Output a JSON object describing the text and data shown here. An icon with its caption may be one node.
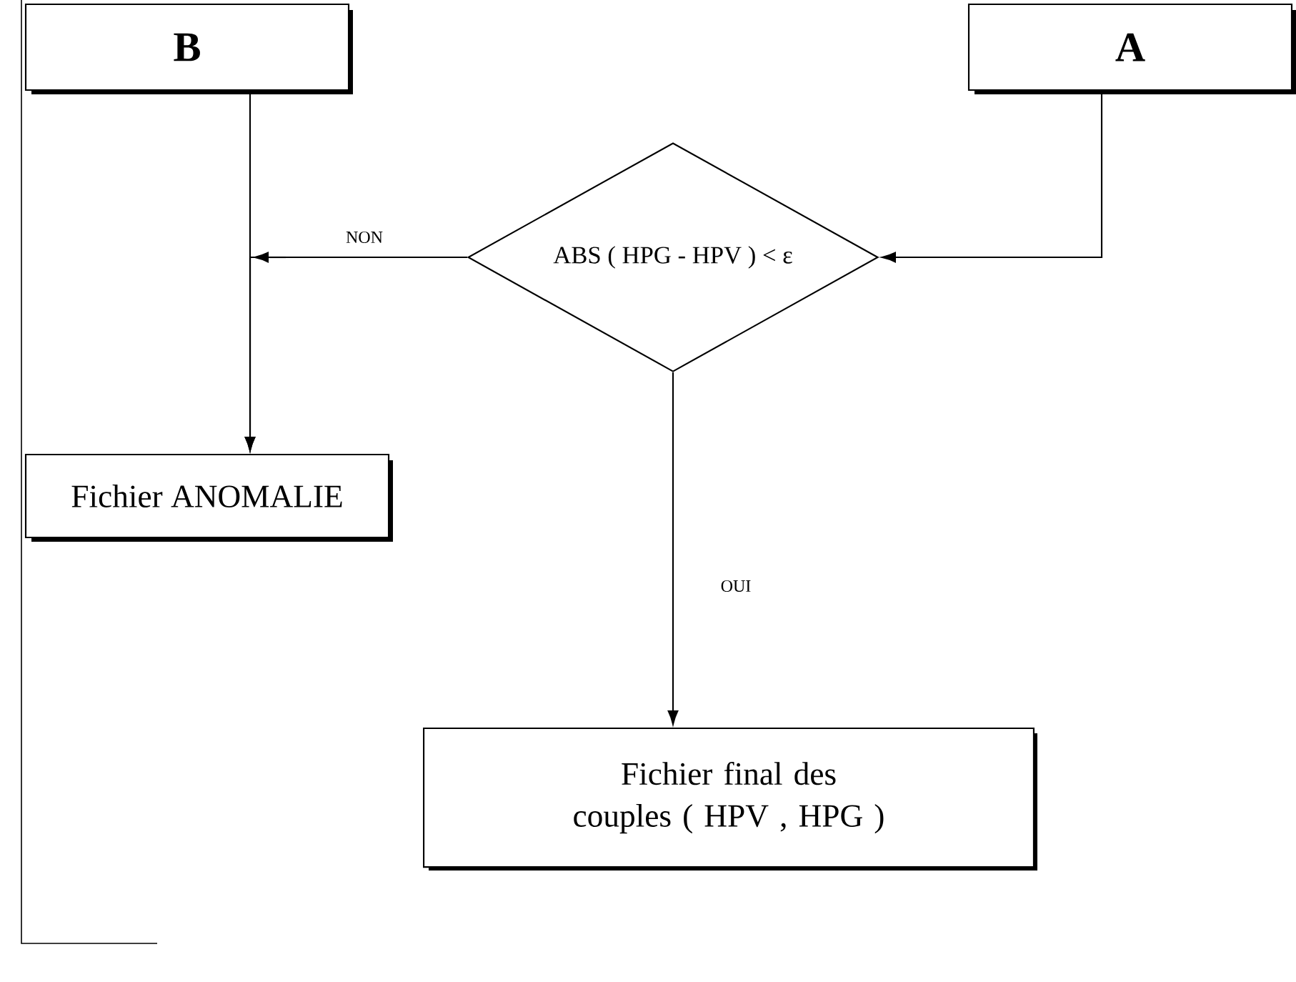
{
  "diagram": {
    "nodes": [
      {
        "text": [
          "B"
        ]
      },
      {
        "text": [
          "A"
        ]
      },
      {
        "text": [
          "ABS ( HPG - HPV ) < ε"
        ]
      },
      {
        "text": [
          "Fichier ANOMALIE"
        ]
      },
      {
        "text": [
          "Fichier final des couples ( HPV , HPG )"
        ]
      }
    ],
    "edges": [
      {
        "from": 1,
        "to": 2,
        "arrow": "to"
      },
      {
        "from": 0,
        "to": 3,
        "arrow": "to"
      },
      {
        "from": 2,
        "to": 3,
        "arrow": "to",
        "label": "NON"
      },
      {
        "from": 2,
        "to": 4,
        "arrow": "to",
        "label": "OUI"
      }
    ]
  }
}
